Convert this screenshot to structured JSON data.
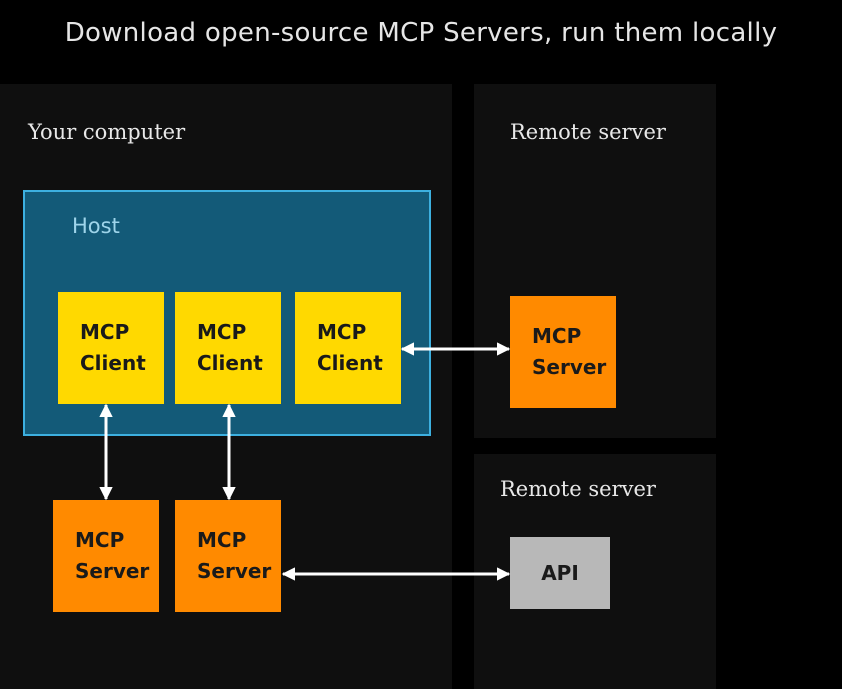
{
  "title": "Download open-source MCP Servers, run them locally",
  "panels": {
    "computer": {
      "label": "Your computer"
    },
    "remote1": {
      "label": "Remote server"
    },
    "remote2": {
      "label": "Remote server"
    }
  },
  "host": {
    "label": "Host"
  },
  "clients": [
    {
      "line1": "MCP",
      "line2": "Client"
    },
    {
      "line1": "MCP",
      "line2": "Client"
    },
    {
      "line1": "MCP",
      "line2": "Client"
    }
  ],
  "local_servers": [
    {
      "line1": "MCP",
      "line2": "Server"
    },
    {
      "line1": "MCP",
      "line2": "Server"
    }
  ],
  "remote_server": {
    "line1": "MCP",
    "line2": "Server"
  },
  "api": {
    "label": "API"
  },
  "colors": {
    "background": "#000000",
    "panel": "#0f0f0f",
    "host_fill": "#135a78",
    "host_border": "#3db0e0",
    "client": "#ffd900",
    "server": "#ff8a00",
    "api": "#b8b8b8",
    "arrow": "#ffffff"
  }
}
